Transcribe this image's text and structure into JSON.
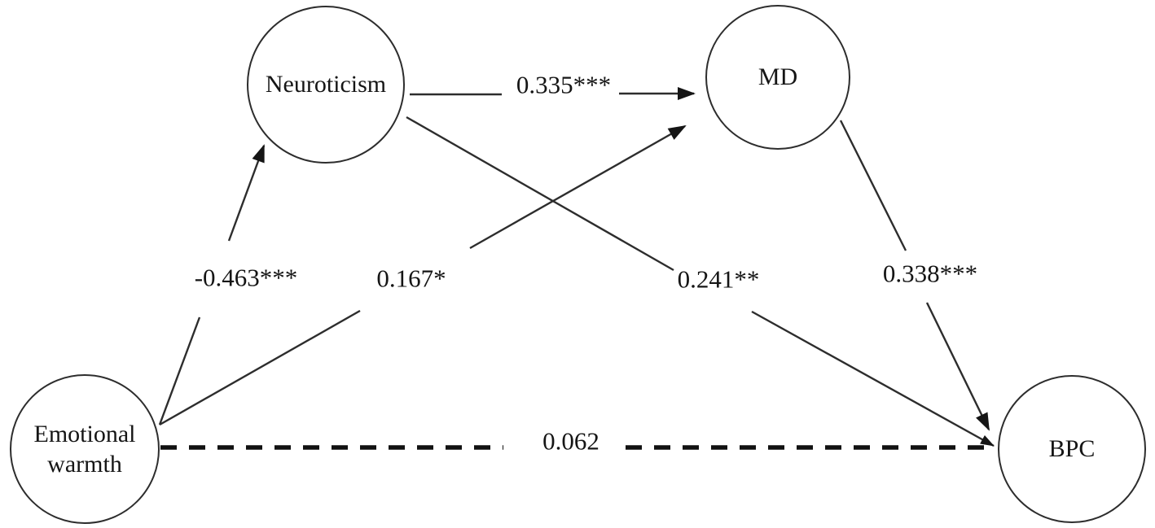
{
  "diagram": {
    "type": "path-model",
    "background_color": "#ffffff",
    "line_color": "#2d2d2d",
    "text_color": "#151515",
    "nodes": [
      {
        "id": "neuroticism",
        "label": "Neuroticism",
        "shape": "circle"
      },
      {
        "id": "md",
        "label": "MD",
        "shape": "circle"
      },
      {
        "id": "emotional_warmth",
        "label": "Emotional warmth",
        "shape": "circle"
      },
      {
        "id": "bpc",
        "label": "BPC",
        "shape": "circle"
      }
    ],
    "edges": [
      {
        "from": "emotional_warmth",
        "to": "neuroticism",
        "coefficient": "-0.463***",
        "style": "solid",
        "arrow": true
      },
      {
        "from": "neuroticism",
        "to": "md",
        "coefficient": "0.335***",
        "style": "solid",
        "arrow": true
      },
      {
        "from": "emotional_warmth",
        "to": "md",
        "coefficient": "0.167*",
        "style": "solid",
        "arrow": true
      },
      {
        "from": "neuroticism",
        "to": "bpc",
        "coefficient": "0.241**",
        "style": "solid",
        "arrow": true
      },
      {
        "from": "md",
        "to": "bpc",
        "coefficient": "0.338***",
        "style": "solid",
        "arrow": true
      },
      {
        "from": "emotional_warmth",
        "to": "bpc",
        "coefficient": "0.062",
        "style": "dashed",
        "arrow": true
      }
    ]
  }
}
